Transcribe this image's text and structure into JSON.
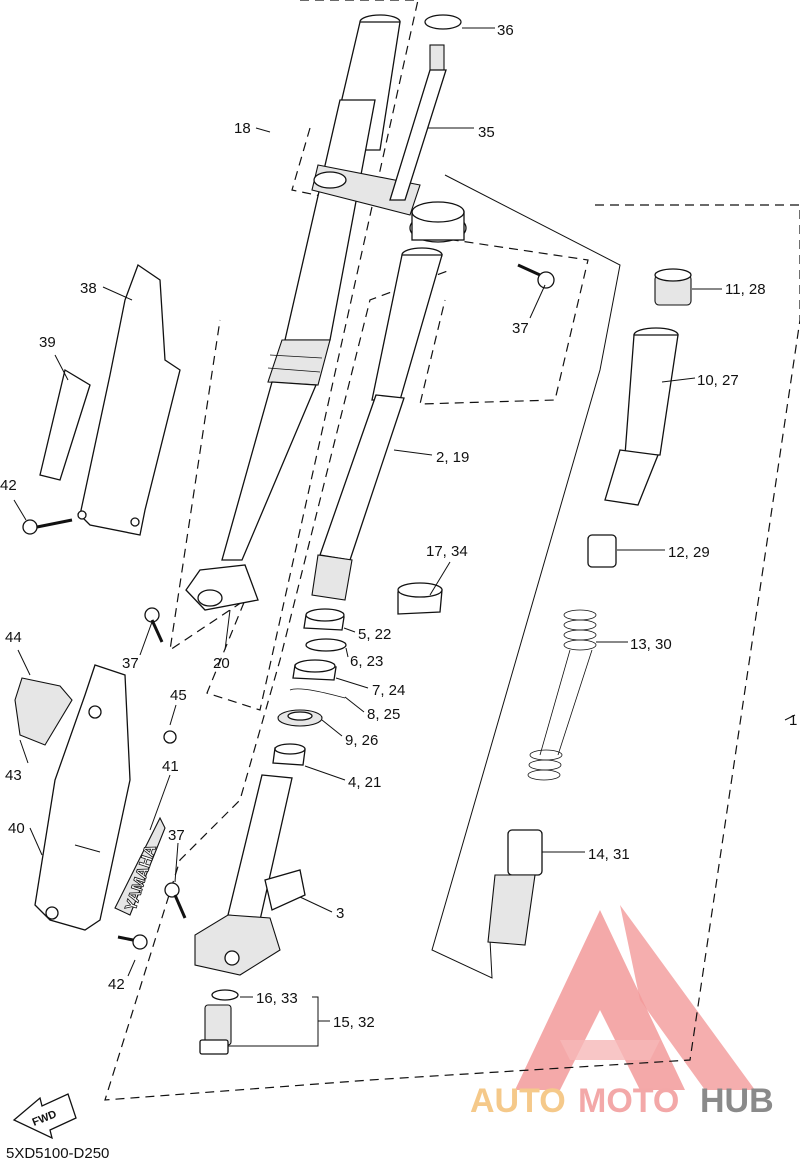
{
  "diagram": {
    "code": "5XD5100-D250",
    "fwd_label": "FWD",
    "guard_text": "YAMAHA",
    "watermark": {
      "auto": "AUTO",
      "moto": "MOTO",
      "hub": "HUB"
    },
    "callouts": [
      {
        "id": "c36",
        "label": "36"
      },
      {
        "id": "c35",
        "label": "35"
      },
      {
        "id": "c18",
        "label": "18"
      },
      {
        "id": "c38",
        "label": "38"
      },
      {
        "id": "c39",
        "label": "39"
      },
      {
        "id": "c42a",
        "label": "42"
      },
      {
        "id": "c11",
        "label": "11, 28"
      },
      {
        "id": "c37a",
        "label": "37"
      },
      {
        "id": "c10",
        "label": "10, 27"
      },
      {
        "id": "c2",
        "label": "2, 19"
      },
      {
        "id": "c17",
        "label": "17, 34"
      },
      {
        "id": "c12",
        "label": "12, 29"
      },
      {
        "id": "c5",
        "label": "5, 22"
      },
      {
        "id": "c13",
        "label": "13, 30"
      },
      {
        "id": "c6",
        "label": "6, 23"
      },
      {
        "id": "c37b",
        "label": "37"
      },
      {
        "id": "c20",
        "label": "20"
      },
      {
        "id": "c44",
        "label": "44"
      },
      {
        "id": "c7",
        "label": "7, 24"
      },
      {
        "id": "c45",
        "label": "45"
      },
      {
        "id": "c8",
        "label": "8, 25"
      },
      {
        "id": "c9",
        "label": "9, 26"
      },
      {
        "id": "c1",
        "label": "1"
      },
      {
        "id": "c43",
        "label": "43"
      },
      {
        "id": "c4",
        "label": "4, 21"
      },
      {
        "id": "c41",
        "label": "41"
      },
      {
        "id": "c40",
        "label": "40"
      },
      {
        "id": "c37c",
        "label": "37"
      },
      {
        "id": "c14",
        "label": "14, 31"
      },
      {
        "id": "c3",
        "label": "3"
      },
      {
        "id": "c42b",
        "label": "42"
      },
      {
        "id": "c16",
        "label": "16, 33"
      },
      {
        "id": "c15",
        "label": "15, 32"
      }
    ]
  }
}
